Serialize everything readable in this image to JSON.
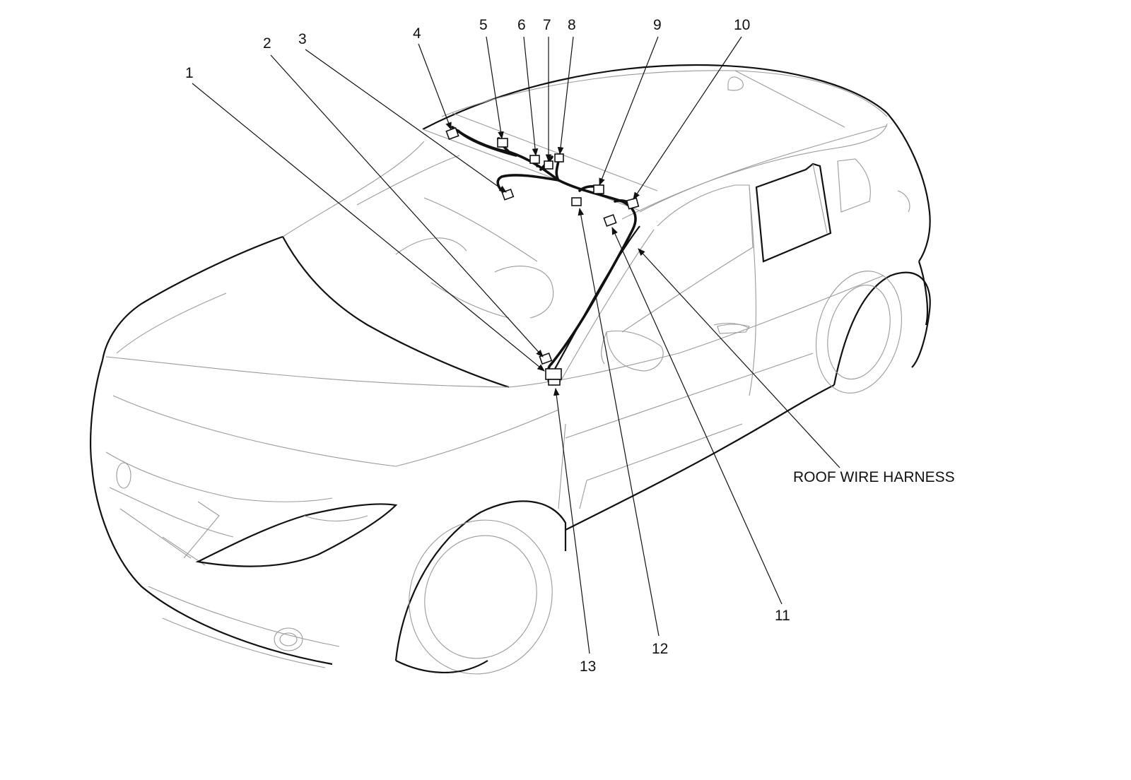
{
  "figure": {
    "callouts": [
      {
        "num": "1"
      },
      {
        "num": "2"
      },
      {
        "num": "3"
      },
      {
        "num": "4"
      },
      {
        "num": "5"
      },
      {
        "num": "6"
      },
      {
        "num": "7"
      },
      {
        "num": "8"
      },
      {
        "num": "9"
      },
      {
        "num": "10"
      },
      {
        "num": "11"
      },
      {
        "num": "12"
      },
      {
        "num": "13"
      }
    ],
    "harness_label": "ROOF WIRE HARNESS"
  }
}
